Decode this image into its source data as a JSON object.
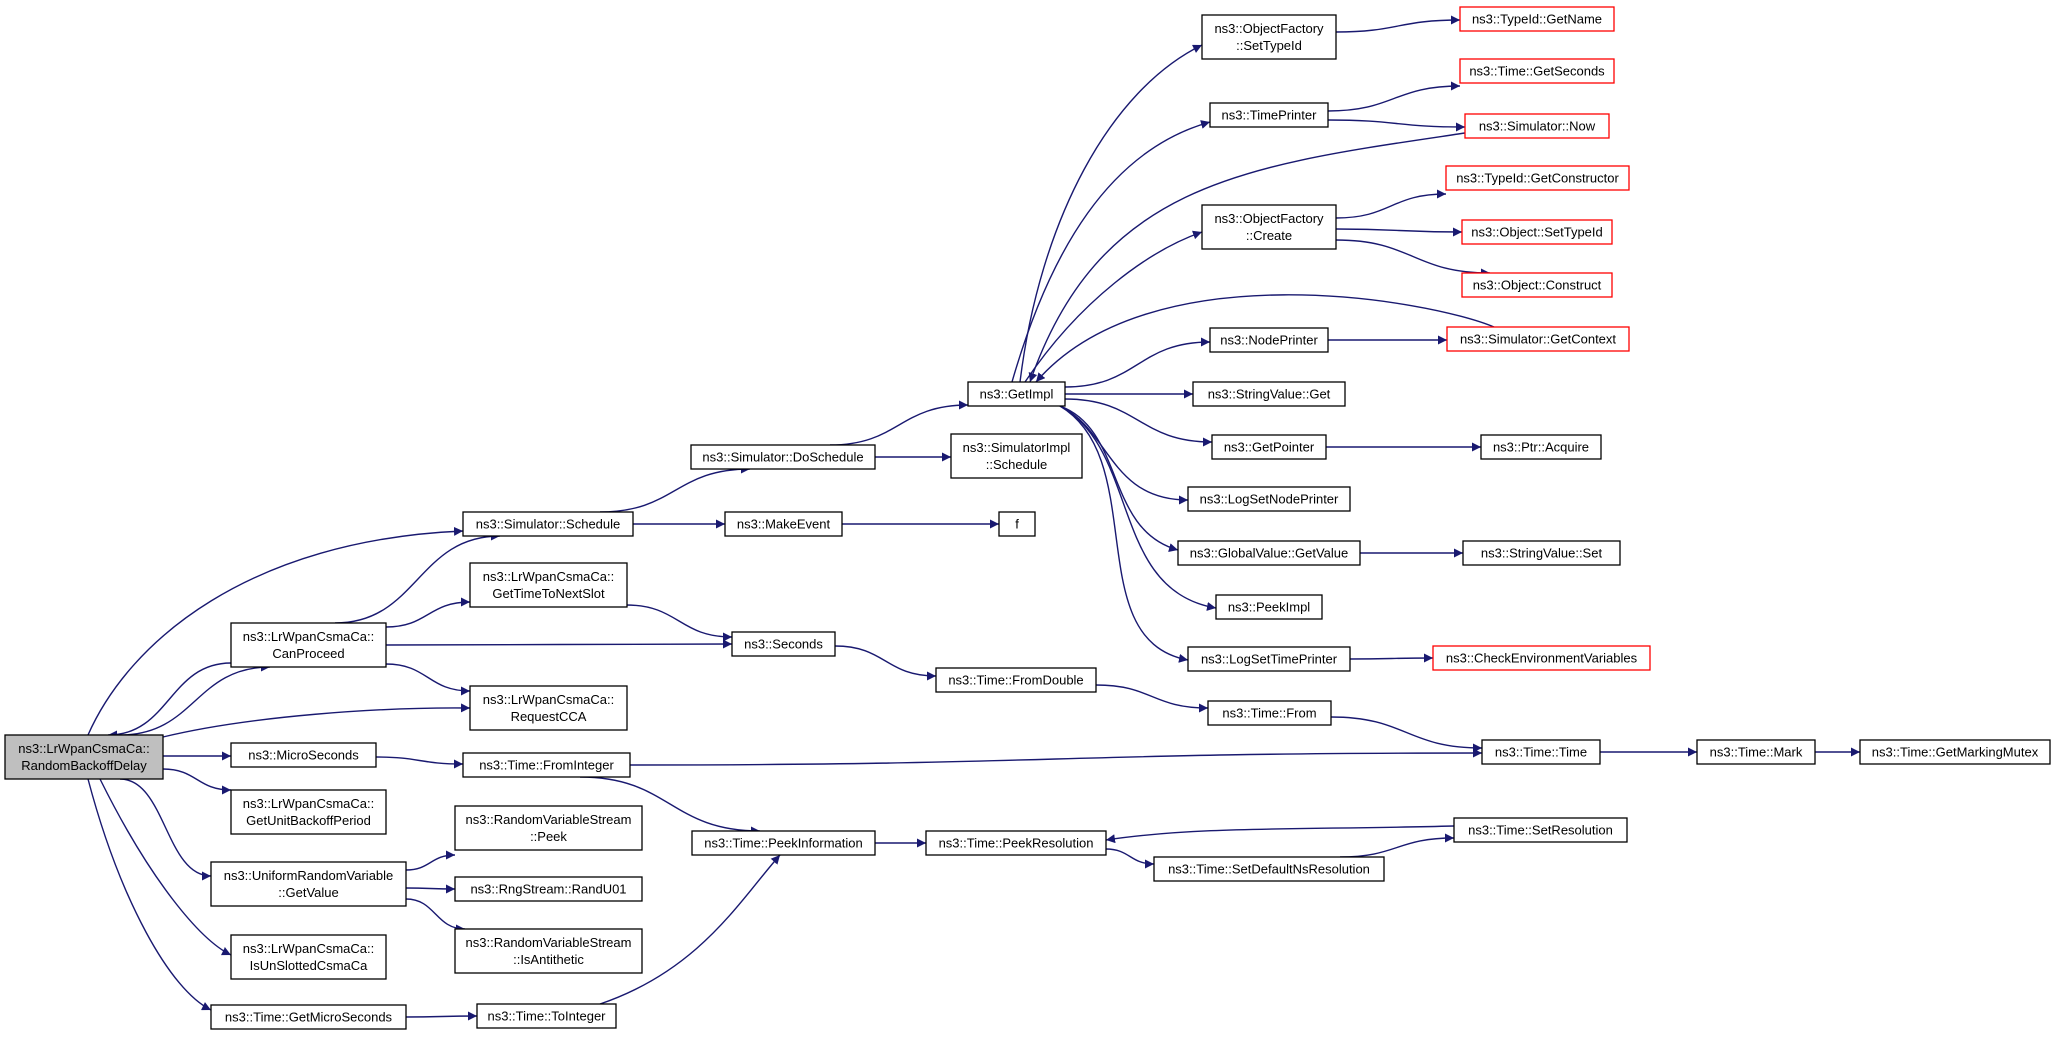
{
  "colors": {
    "edge": "#191970",
    "box_border": "#000000",
    "truncated_border": "#ff0000",
    "root_fill": "#bfbfbf",
    "box_fill": "#ffffff"
  },
  "nodes": [
    {
      "id": "root",
      "lines": [
        "ns3::LrWpanCsmaCa::",
        "RandomBackoffDelay"
      ],
      "style": "root"
    },
    {
      "id": "sim_schedule",
      "lines": [
        "ns3::Simulator::Schedule"
      ],
      "style": "normal"
    },
    {
      "id": "canproceed",
      "lines": [
        "ns3::LrWpanCsmaCa::",
        "CanProceed"
      ],
      "style": "normal"
    },
    {
      "id": "microseconds",
      "lines": [
        "ns3::MicroSeconds"
      ],
      "style": "normal"
    },
    {
      "id": "getunitbackoff",
      "lines": [
        "ns3::LrWpanCsmaCa::",
        "GetUnitBackoffPeriod"
      ],
      "style": "normal"
    },
    {
      "id": "urv_getvalue",
      "lines": [
        "ns3::UniformRandomVariable",
        "::GetValue"
      ],
      "style": "normal"
    },
    {
      "id": "isunslotted",
      "lines": [
        "ns3::LrWpanCsmaCa::",
        "IsUnSlottedCsmaCa"
      ],
      "style": "normal"
    },
    {
      "id": "time_getmicro",
      "lines": [
        "ns3::Time::GetMicroSeconds"
      ],
      "style": "normal"
    },
    {
      "id": "gettimetonextslot",
      "lines": [
        "ns3::LrWpanCsmaCa::",
        "GetTimeToNextSlot"
      ],
      "style": "normal"
    },
    {
      "id": "requestcca",
      "lines": [
        "ns3::LrWpanCsmaCa::",
        "RequestCCA"
      ],
      "style": "normal"
    },
    {
      "id": "time_frominteger",
      "lines": [
        "ns3::Time::FromInteger"
      ],
      "style": "normal"
    },
    {
      "id": "rvs_peek",
      "lines": [
        "ns3::RandomVariableStream",
        "::Peek"
      ],
      "style": "normal"
    },
    {
      "id": "rng_randu01",
      "lines": [
        "ns3::RngStream::RandU01"
      ],
      "style": "normal"
    },
    {
      "id": "rvs_isantithetic",
      "lines": [
        "ns3::RandomVariableStream",
        "::IsAntithetic"
      ],
      "style": "normal"
    },
    {
      "id": "time_tointeger",
      "lines": [
        "ns3::Time::ToInteger"
      ],
      "style": "normal"
    },
    {
      "id": "sim_doschedule",
      "lines": [
        "ns3::Simulator::DoSchedule"
      ],
      "style": "normal"
    },
    {
      "id": "makeevent",
      "lines": [
        "ns3::MakeEvent"
      ],
      "style": "normal"
    },
    {
      "id": "seconds",
      "lines": [
        "ns3::Seconds"
      ],
      "style": "normal"
    },
    {
      "id": "time_peekinfo",
      "lines": [
        "ns3::Time::PeekInformation"
      ],
      "style": "normal"
    },
    {
      "id": "getimpl",
      "lines": [
        "ns3::GetImpl"
      ],
      "style": "normal"
    },
    {
      "id": "simimpl_schedule",
      "lines": [
        "ns3::SimulatorImpl",
        "::Schedule"
      ],
      "style": "normal"
    },
    {
      "id": "f",
      "lines": [
        "f"
      ],
      "style": "normal"
    },
    {
      "id": "time_fromdouble",
      "lines": [
        "ns3::Time::FromDouble"
      ],
      "style": "normal"
    },
    {
      "id": "time_peekres",
      "lines": [
        "ns3::Time::PeekResolution"
      ],
      "style": "normal"
    },
    {
      "id": "of_settypeid",
      "lines": [
        "ns3::ObjectFactory",
        "::SetTypeId"
      ],
      "style": "normal"
    },
    {
      "id": "timeprinter",
      "lines": [
        "ns3::TimePrinter"
      ],
      "style": "normal"
    },
    {
      "id": "of_create",
      "lines": [
        "ns3::ObjectFactory",
        "::Create"
      ],
      "style": "normal"
    },
    {
      "id": "nodeprinter",
      "lines": [
        "ns3::NodePrinter"
      ],
      "style": "normal"
    },
    {
      "id": "stringvalue_get",
      "lines": [
        "ns3::StringValue::Get"
      ],
      "style": "normal"
    },
    {
      "id": "getpointer",
      "lines": [
        "ns3::GetPointer"
      ],
      "style": "normal"
    },
    {
      "id": "logsetnodeprinter",
      "lines": [
        "ns3::LogSetNodePrinter"
      ],
      "style": "normal"
    },
    {
      "id": "gv_getvalue",
      "lines": [
        "ns3::GlobalValue::GetValue"
      ],
      "style": "normal"
    },
    {
      "id": "peekimpl",
      "lines": [
        "ns3::PeekImpl"
      ],
      "style": "normal"
    },
    {
      "id": "logsettimeprinter",
      "lines": [
        "ns3::LogSetTimePrinter"
      ],
      "style": "normal"
    },
    {
      "id": "time_from",
      "lines": [
        "ns3::Time::From"
      ],
      "style": "normal"
    },
    {
      "id": "time_setdefaultns",
      "lines": [
        "ns3::Time::SetDefaultNsResolution"
      ],
      "style": "normal"
    },
    {
      "id": "typeid_getname",
      "lines": [
        "ns3::TypeId::GetName"
      ],
      "style": "truncated"
    },
    {
      "id": "time_getseconds",
      "lines": [
        "ns3::Time::GetSeconds"
      ],
      "style": "truncated"
    },
    {
      "id": "sim_now",
      "lines": [
        "ns3::Simulator::Now"
      ],
      "style": "truncated"
    },
    {
      "id": "typeid_getconstructor",
      "lines": [
        "ns3::TypeId::GetConstructor"
      ],
      "style": "truncated"
    },
    {
      "id": "object_settypeid",
      "lines": [
        "ns3::Object::SetTypeId"
      ],
      "style": "truncated"
    },
    {
      "id": "object_construct",
      "lines": [
        "ns3::Object::Construct"
      ],
      "style": "truncated"
    },
    {
      "id": "sim_getcontext",
      "lines": [
        "ns3::Simulator::GetContext"
      ],
      "style": "truncated"
    },
    {
      "id": "ptr_acquire",
      "lines": [
        "ns3::Ptr::Acquire"
      ],
      "style": "normal"
    },
    {
      "id": "stringvalue_set",
      "lines": [
        "ns3::StringValue::Set"
      ],
      "style": "normal"
    },
    {
      "id": "checkenv",
      "lines": [
        "ns3::CheckEnvironmentVariables"
      ],
      "style": "truncated"
    },
    {
      "id": "time_time",
      "lines": [
        "ns3::Time::Time"
      ],
      "style": "normal"
    },
    {
      "id": "time_setresolution",
      "lines": [
        "ns3::Time::SetResolution"
      ],
      "style": "normal"
    },
    {
      "id": "time_mark",
      "lines": [
        "ns3::Time::Mark"
      ],
      "style": "normal"
    },
    {
      "id": "time_getmarkingmutex",
      "lines": [
        "ns3::Time::GetMarkingMutex"
      ],
      "style": "normal"
    }
  ],
  "edges": [
    [
      "root",
      "sim_schedule"
    ],
    [
      "root",
      "canproceed"
    ],
    [
      "root",
      "microseconds"
    ],
    [
      "root",
      "getunitbackoff"
    ],
    [
      "root",
      "urv_getvalue"
    ],
    [
      "root",
      "isunslotted"
    ],
    [
      "root",
      "time_getmicro"
    ],
    [
      "root",
      "requestcca"
    ],
    [
      "canproceed",
      "root"
    ],
    [
      "canproceed",
      "sim_schedule"
    ],
    [
      "canproceed",
      "gettimetonextslot"
    ],
    [
      "canproceed",
      "seconds"
    ],
    [
      "canproceed",
      "requestcca"
    ],
    [
      "sim_schedule",
      "sim_doschedule"
    ],
    [
      "sim_schedule",
      "makeevent"
    ],
    [
      "sim_doschedule",
      "getimpl"
    ],
    [
      "sim_doschedule",
      "simimpl_schedule"
    ],
    [
      "makeevent",
      "f"
    ],
    [
      "gettimetonextslot",
      "seconds"
    ],
    [
      "seconds",
      "time_fromdouble"
    ],
    [
      "time_fromdouble",
      "time_from"
    ],
    [
      "time_from",
      "time_time"
    ],
    [
      "microseconds",
      "time_frominteger"
    ],
    [
      "time_frominteger",
      "time_time"
    ],
    [
      "time_frominteger",
      "time_peekinfo"
    ],
    [
      "time_time",
      "time_mark"
    ],
    [
      "time_mark",
      "time_getmarkingmutex"
    ],
    [
      "time_peekinfo",
      "time_peekres"
    ],
    [
      "time_peekres",
      "time_setdefaultns"
    ],
    [
      "time_setdefaultns",
      "time_setresolution"
    ],
    [
      "time_setresolution",
      "time_peekres"
    ],
    [
      "urv_getvalue",
      "rvs_peek"
    ],
    [
      "urv_getvalue",
      "rng_randu01"
    ],
    [
      "urv_getvalue",
      "rvs_isantithetic"
    ],
    [
      "time_getmicro",
      "time_tointeger"
    ],
    [
      "time_tointeger",
      "time_peekinfo"
    ],
    [
      "getimpl",
      "of_settypeid"
    ],
    [
      "getimpl",
      "timeprinter"
    ],
    [
      "getimpl",
      "of_create"
    ],
    [
      "getimpl",
      "nodeprinter"
    ],
    [
      "getimpl",
      "stringvalue_get"
    ],
    [
      "getimpl",
      "getpointer"
    ],
    [
      "getimpl",
      "logsetnodeprinter"
    ],
    [
      "getimpl",
      "gv_getvalue"
    ],
    [
      "getimpl",
      "peekimpl"
    ],
    [
      "getimpl",
      "logsettimeprinter"
    ],
    [
      "of_settypeid",
      "typeid_getname"
    ],
    [
      "timeprinter",
      "time_getseconds"
    ],
    [
      "timeprinter",
      "sim_now"
    ],
    [
      "sim_now",
      "getimpl"
    ],
    [
      "of_create",
      "typeid_getconstructor"
    ],
    [
      "of_create",
      "object_settypeid"
    ],
    [
      "of_create",
      "object_construct"
    ],
    [
      "nodeprinter",
      "sim_getcontext"
    ],
    [
      "sim_getcontext",
      "getimpl"
    ],
    [
      "getpointer",
      "ptr_acquire"
    ],
    [
      "gv_getvalue",
      "stringvalue_set"
    ],
    [
      "logsettimeprinter",
      "checkenv"
    ]
  ]
}
